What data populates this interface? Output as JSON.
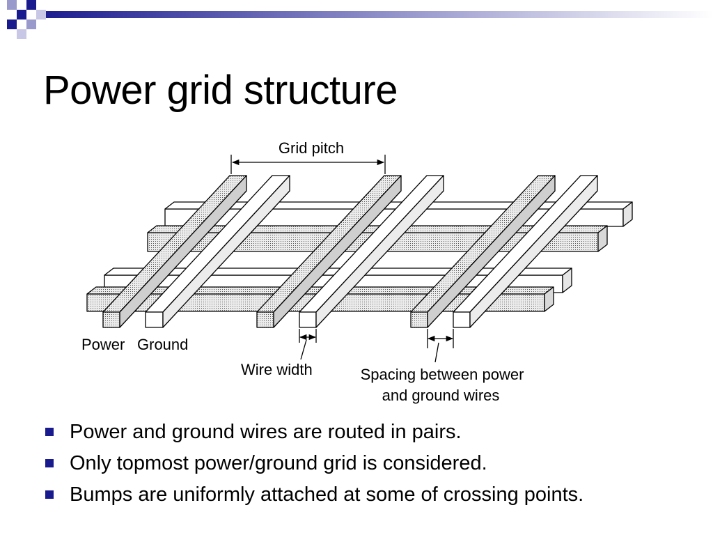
{
  "slide": {
    "title": "Power grid structure",
    "accent_color": "#1a1a8f"
  },
  "diagram": {
    "label_grid_pitch": "Grid pitch",
    "label_power": "Power",
    "label_ground": "Ground",
    "label_wire_width": "Wire width",
    "label_spacing_line1": "Spacing between power",
    "label_spacing_line2": "and ground wires"
  },
  "bullets": [
    "Power and ground wires are routed in pairs.",
    "Only topmost power/ground grid is considered.",
    "Bumps are uniformly attached at some of crossing points."
  ]
}
